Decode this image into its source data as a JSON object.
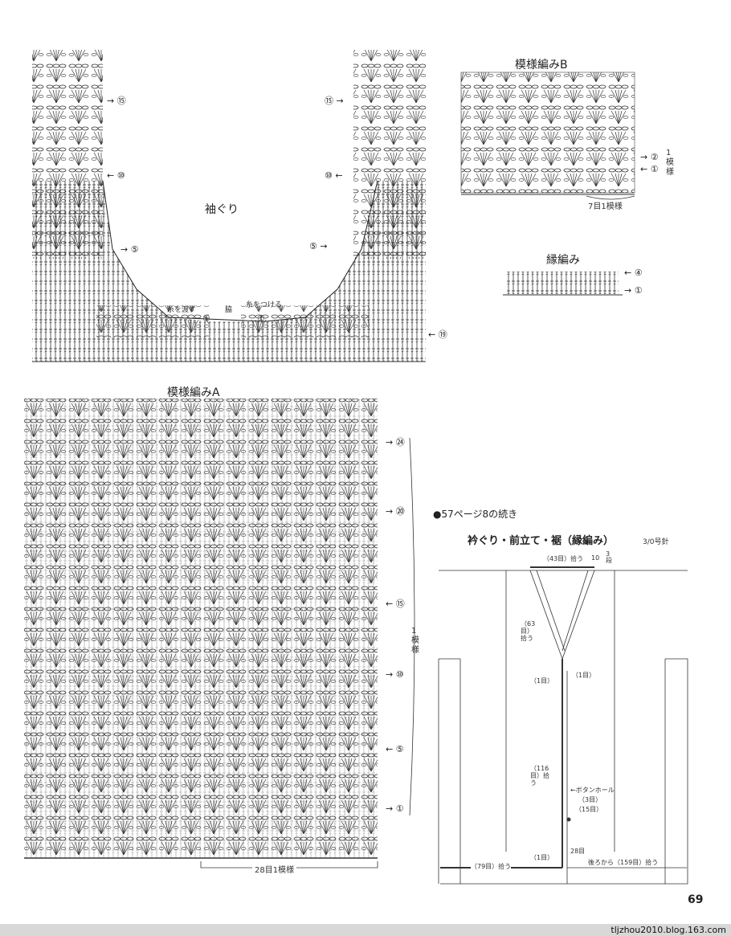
{
  "top_chart": {
    "title": "袖ぐり",
    "rows": [
      "⑮",
      "⑩",
      "⑤",
      "⑲"
    ],
    "notes": {
      "cut_yarn": "糸を渡す",
      "side": "脇",
      "attach_yarn": "糸をつける",
      "start": "①"
    }
  },
  "pattern_b": {
    "title": "模様編みB",
    "rows": [
      "②",
      "①"
    ],
    "repeat_label": "1模様",
    "stitch_count": "7目1模様"
  },
  "edging": {
    "title": "縁編み",
    "rows": [
      "④",
      "①"
    ]
  },
  "pattern_a": {
    "title": "模様編みA",
    "rows": [
      "㉔",
      "⑳",
      "⑮",
      "⑩",
      "⑤",
      "①"
    ],
    "repeat_label": "1模様",
    "stitch_count": "28目1模様"
  },
  "continuation": {
    "heading": "●57ページ8の続き",
    "subtitle": "衿ぐり・前立て・裾（縁編み）",
    "needle": "3/0号針",
    "labels": {
      "top": "（43目）拾う",
      "top_small": "10",
      "top_rows": "3段",
      "neck": "（63目）拾う",
      "one_left": "（1目）",
      "one_right": "（1目）",
      "front": "（116目）拾う",
      "buttonhole": "ボタンホール",
      "buttonhole_count": "（3目）",
      "buttonhole_count2": "（15目）",
      "bottom_left": "（79目）拾う",
      "bottom_one": "（1目）",
      "bottom_right_rows": "28目",
      "back": "後ろから（159目）拾う"
    }
  },
  "page_number": "69",
  "footer": "tljzhou2010.blog.163.com"
}
